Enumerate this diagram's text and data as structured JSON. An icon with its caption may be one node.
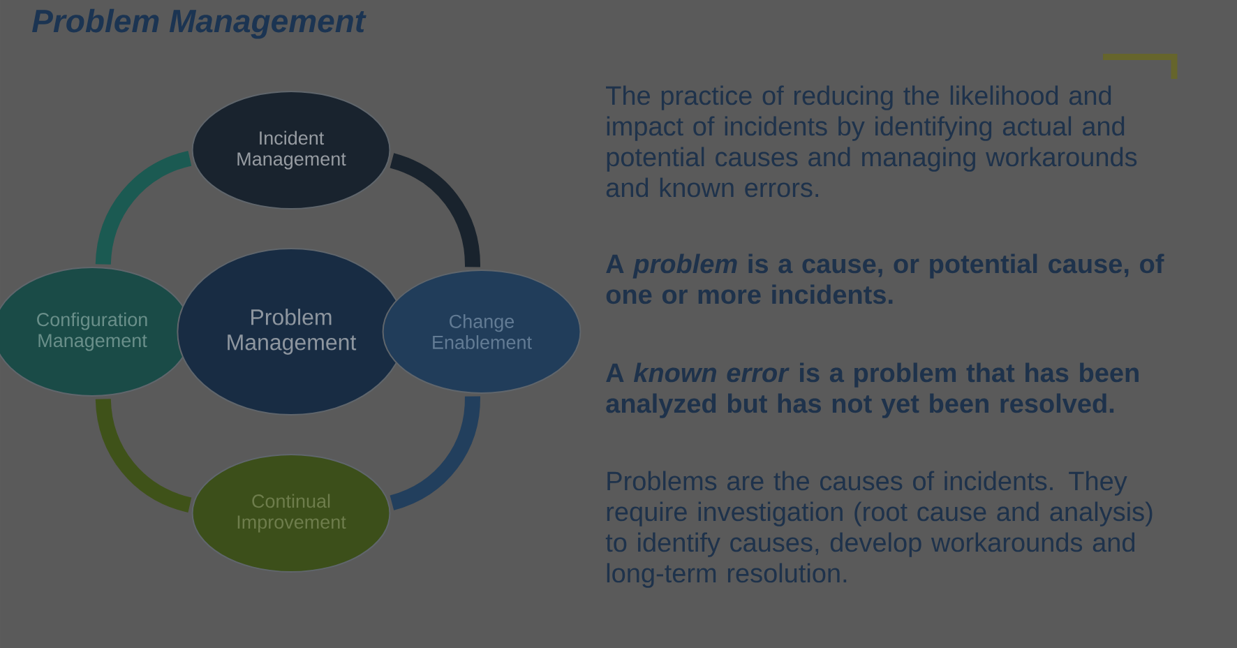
{
  "diagram": {
    "title": "Problem Management",
    "nodes": [
      {
        "text": [
          "Incident Management"
        ]
      },
      {
        "text": [
          "Configuration Management"
        ]
      },
      {
        "text": [
          "Problem Management"
        ]
      },
      {
        "text": [
          "Change Enablement"
        ]
      },
      {
        "text": [
          "Continual Improvement"
        ]
      }
    ],
    "edges": [
      {
        "from": 1,
        "to": 0,
        "arrow": "none",
        "color": "#1b5a52"
      },
      {
        "from": 0,
        "to": 3,
        "arrow": "none",
        "color": "#19232d"
      },
      {
        "from": 3,
        "to": 4,
        "arrow": "none",
        "color": "#223f5d"
      },
      {
        "from": 4,
        "to": 1,
        "arrow": "none",
        "color": "#3f5219"
      }
    ],
    "labels": [
      "The practice of reducing the likelihood and impact of incidents by identifying actual and potential causes and managing workarounds and known errors.",
      "A *problem* is a cause, or potential cause, of one or more incidents.",
      "A *known error* is a problem that has been analyzed but has not yet been resolved.",
      "Problems are the causes of incidents. They require investigation (root cause and analysis) to identify causes, develop workarounds and long-term resolution."
    ]
  }
}
